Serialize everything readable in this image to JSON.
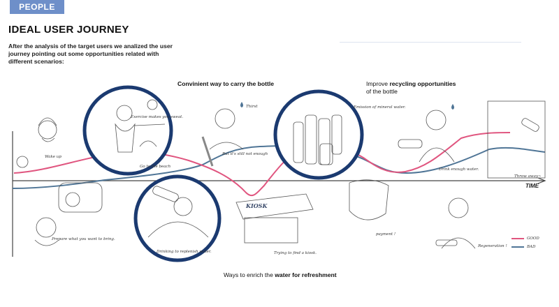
{
  "header": {
    "tag": "PEOPLE",
    "title": "IDEAL USER JOURNEY"
  },
  "intro": "After the analysis of the target users we analized the user journey pointing out some opportunities related with different scenarios:",
  "captions": {
    "carry": "Convinient way to carry the bottle",
    "recycle_pre": "Improve ",
    "recycle_bold": "recycling opportunities",
    "recycle_post": "of the bottle",
    "enrich_pre": "Ways to enrich the ",
    "enrich_bold": "water for refreshment"
  },
  "sketch_notes": {
    "wake_up": "Wake up",
    "exercise": "Exercise makes you sweat.",
    "go_to": "Go to the beach",
    "thirst": "Thirst",
    "not_enough": "But it's still not enough",
    "emission": "Emission of mineral water.",
    "drink_enough": "Drink enough water.",
    "throw_away": "Throw away~",
    "prepare": "Prepare what you want to bring.",
    "drinking": "Drinking to replenish water.",
    "trying": "Trying to find a kiosk.",
    "payment": "payment !",
    "regeneration": "Regeneration !",
    "kiosk": "KIOSK"
  },
  "axis": {
    "time_label": "TIME"
  },
  "legend": {
    "good_label": "GOOD",
    "bad_label": "BAD",
    "good_color": "#e0557f",
    "bad_color": "#4f7596"
  },
  "colors": {
    "accent_tag": "#6e8fc9",
    "circle_ring": "#1b3a70",
    "good_line": "#e0557f",
    "bad_line": "#4f7596"
  }
}
